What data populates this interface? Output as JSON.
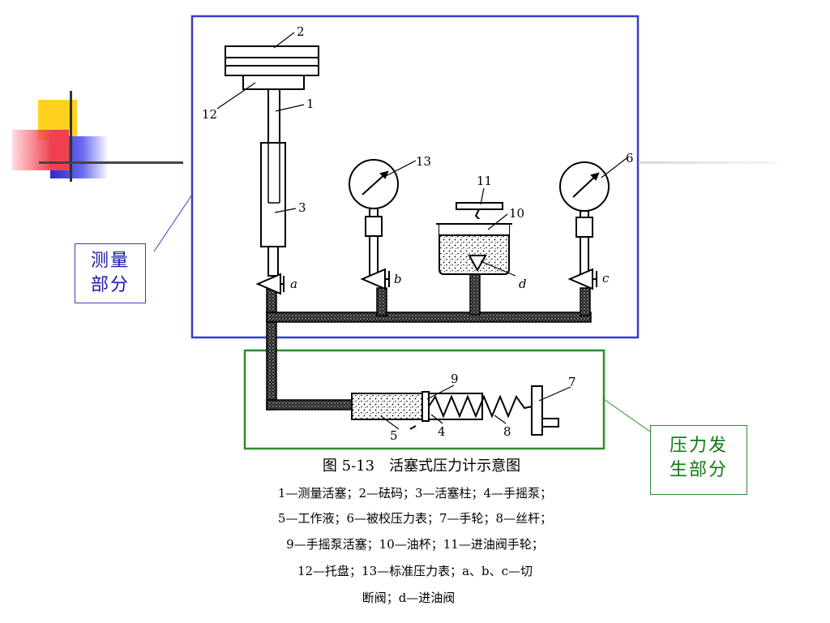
{
  "labels": {
    "measure": {
      "line1": "测量",
      "line2": "部分",
      "color": "#1a1aa6"
    },
    "pressure": {
      "line1": "压力发",
      "line2": "生部分",
      "color": "#0f7a0f"
    }
  },
  "frames": {
    "measure_color": "#3a3ac8",
    "pressure_color": "#2e8b2e"
  },
  "diagram": {
    "part_numbers": {
      "n1": "1",
      "n2": "2",
      "n3": "3",
      "n4": "4",
      "n5": "5",
      "n6": "6",
      "n7": "7",
      "n8": "8",
      "n9": "9",
      "n10": "10",
      "n11": "11",
      "n12": "12",
      "n13": "13"
    },
    "valve_letters": {
      "a": "a",
      "b": "b",
      "c": "c",
      "d": "d"
    }
  },
  "caption": {
    "title": "图 5-13　活塞式压力计示意图",
    "lines": [
      "1—测量活塞；2—砝码；3—活塞柱；4—手摇泵；",
      "5—工作液；6—被校压力表；7—手轮；8—丝杆；",
      "9—手摇泵活塞；10—油杯；11—进油阀手轮；",
      "12—托盘；13—标准压力表；a、b、c—切",
      "断阀；d—进油阀"
    ]
  }
}
